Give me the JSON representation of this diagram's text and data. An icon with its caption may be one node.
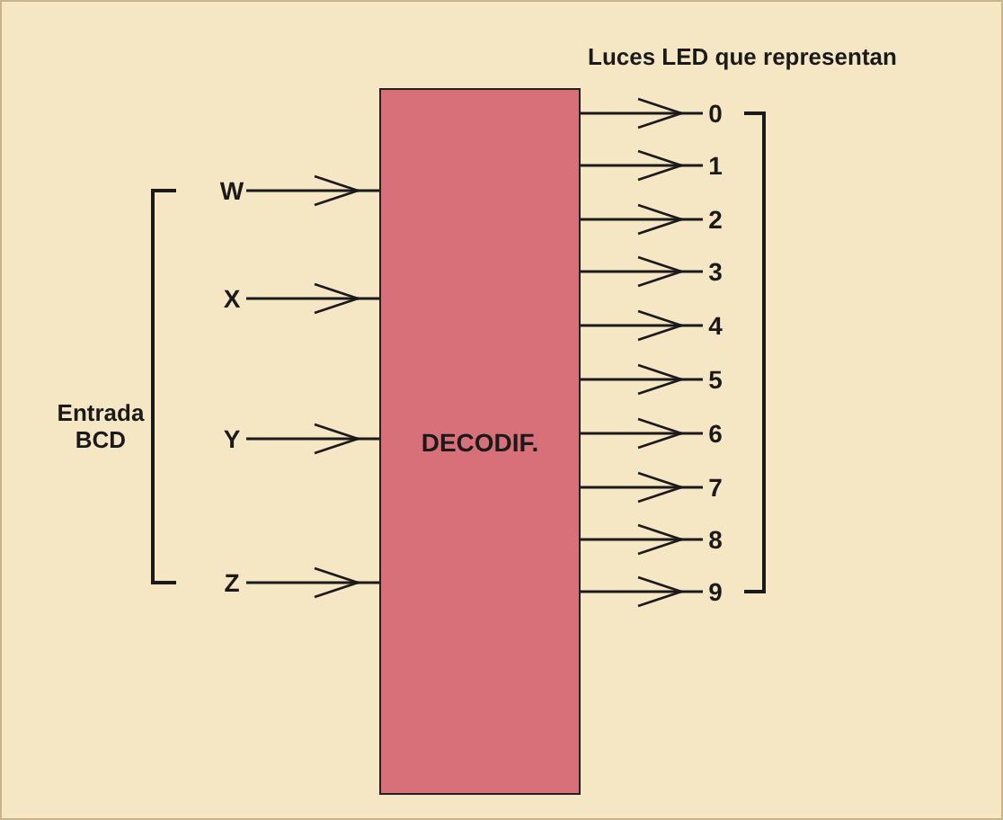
{
  "diagram": {
    "nodes": [
      {
        "text": [
          "DECODIF."
        ]
      },
      {
        "text": [
          "W"
        ]
      },
      {
        "text": [
          "X"
        ]
      },
      {
        "text": [
          "Y"
        ]
      },
      {
        "text": [
          "Z"
        ]
      },
      {
        "text": [
          "0"
        ]
      },
      {
        "text": [
          "1"
        ]
      },
      {
        "text": [
          "2"
        ]
      },
      {
        "text": [
          "3"
        ]
      },
      {
        "text": [
          "4"
        ]
      },
      {
        "text": [
          "5"
        ]
      },
      {
        "text": [
          "6"
        ]
      },
      {
        "text": [
          "7"
        ]
      },
      {
        "text": [
          "8"
        ]
      },
      {
        "text": [
          "9"
        ]
      }
    ],
    "edges": [
      {
        "from": 1,
        "to": 0,
        "arrow": "to"
      },
      {
        "from": 2,
        "to": 0,
        "arrow": "to"
      },
      {
        "from": 3,
        "to": 0,
        "arrow": "to"
      },
      {
        "from": 4,
        "to": 0,
        "arrow": "to"
      },
      {
        "from": 0,
        "to": 5,
        "arrow": "to"
      },
      {
        "from": 0,
        "to": 6,
        "arrow": "to"
      },
      {
        "from": 0,
        "to": 7,
        "arrow": "to"
      },
      {
        "from": 0,
        "to": 8,
        "arrow": "to"
      },
      {
        "from": 0,
        "to": 9,
        "arrow": "to"
      },
      {
        "from": 0,
        "to": 10,
        "arrow": "to"
      },
      {
        "from": 0,
        "to": 11,
        "arrow": "to"
      },
      {
        "from": 0,
        "to": 12,
        "arrow": "to"
      },
      {
        "from": 0,
        "to": 13,
        "arrow": "to"
      },
      {
        "from": 0,
        "to": 14,
        "arrow": "to"
      }
    ],
    "labels": [
      "Luces LED que representan",
      "Entrada BCD"
    ]
  }
}
